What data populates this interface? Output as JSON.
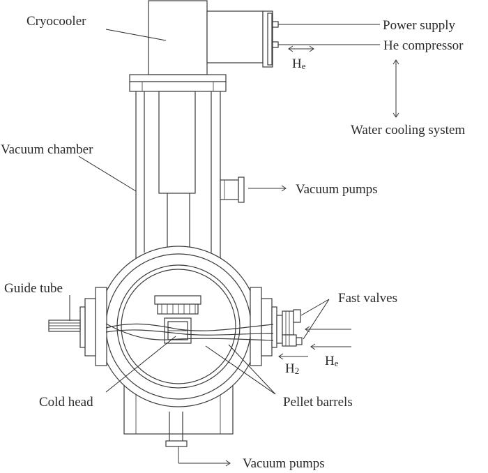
{
  "labels": {
    "cryocooler": "Cryocooler",
    "power_supply": "Power supply",
    "he_compressor": "He compressor",
    "he_flow_top": {
      "main": "H",
      "sub": "e"
    },
    "water_cooling": "Water cooling system",
    "vacuum_chamber": "Vacuum chamber",
    "vacuum_pumps_top": "Vacuum pumps",
    "guide_tube": "Guide tube",
    "fast_valves": "Fast valves",
    "h2_flow": {
      "main": "H",
      "sub": "2"
    },
    "he_flow_bottom": {
      "main": "H",
      "sub": "e"
    },
    "cold_head": "Cold head",
    "pellet_barrels": "Pellet barrels",
    "vacuum_pumps_bottom": "Vacuum pumps"
  }
}
